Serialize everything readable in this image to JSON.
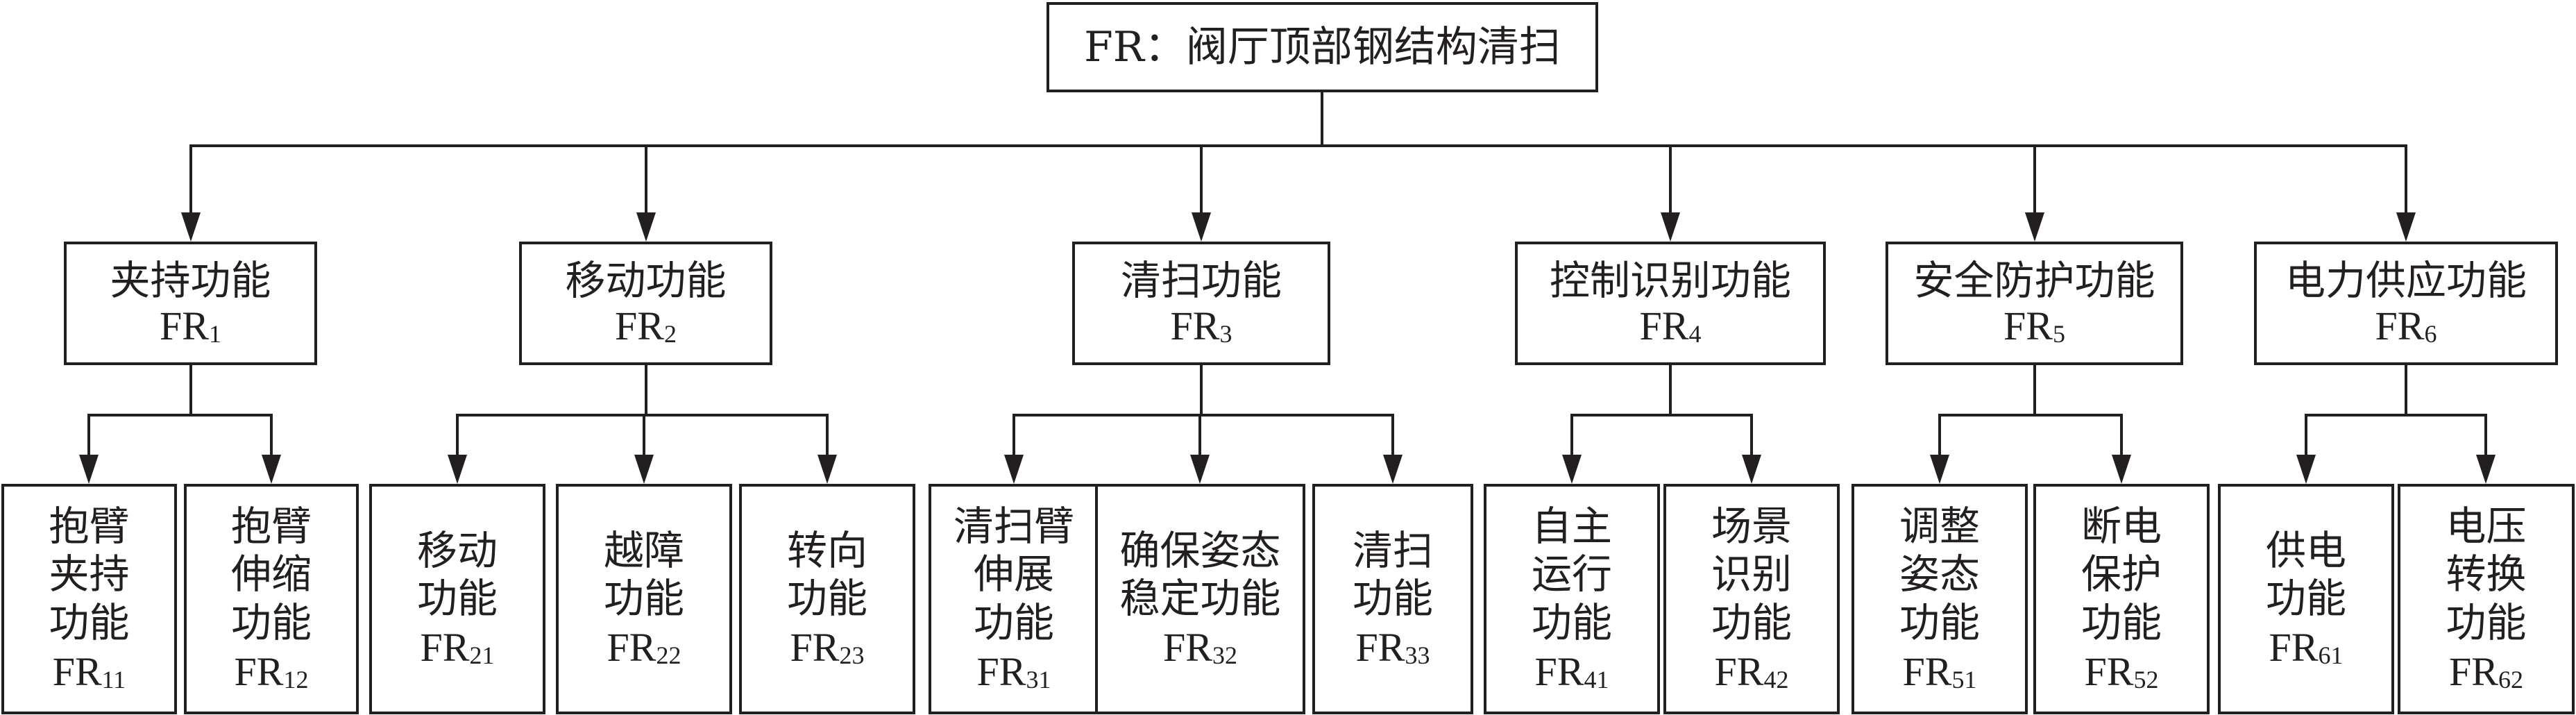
{
  "root": {
    "label": "FR：阀厅顶部钢结构清扫"
  },
  "functions": [
    {
      "lines": [
        "夹持功能"
      ],
      "code_main": "FR",
      "code_sub": "1",
      "children": [
        {
          "lines": [
            "抱臂",
            "夹持",
            "功能"
          ],
          "code_main": "FR",
          "code_sub": "11"
        },
        {
          "lines": [
            "抱臂",
            "伸缩",
            "功能"
          ],
          "code_main": "FR",
          "code_sub": "12"
        }
      ]
    },
    {
      "lines": [
        "移动功能"
      ],
      "code_main": "FR",
      "code_sub": "2",
      "children": [
        {
          "lines": [
            "移动",
            "功能"
          ],
          "code_main": "FR",
          "code_sub": "21"
        },
        {
          "lines": [
            "越障",
            "功能"
          ],
          "code_main": "FR",
          "code_sub": "22"
        },
        {
          "lines": [
            "转向",
            "功能"
          ],
          "code_main": "FR",
          "code_sub": "23"
        }
      ]
    },
    {
      "lines": [
        "清扫功能"
      ],
      "code_main": "FR",
      "code_sub": "3",
      "children": [
        {
          "lines": [
            "清扫臂",
            "伸展",
            "功能"
          ],
          "code_main": "FR",
          "code_sub": "31"
        },
        {
          "lines": [
            "确保姿态",
            "稳定功能"
          ],
          "code_main": "FR",
          "code_sub": "32"
        },
        {
          "lines": [
            "清扫",
            "功能"
          ],
          "code_main": "FR",
          "code_sub": "33"
        }
      ]
    },
    {
      "lines": [
        "控制识别功能"
      ],
      "code_main": "FR",
      "code_sub": "4",
      "children": [
        {
          "lines": [
            "自主",
            "运行",
            "功能"
          ],
          "code_main": "FR",
          "code_sub": "41"
        },
        {
          "lines": [
            "场景",
            "识别",
            "功能"
          ],
          "code_main": "FR",
          "code_sub": "42"
        }
      ]
    },
    {
      "lines": [
        "安全防护功能"
      ],
      "code_main": "FR",
      "code_sub": "5",
      "children": [
        {
          "lines": [
            "调整",
            "姿态",
            "功能"
          ],
          "code_main": "FR",
          "code_sub": "51"
        },
        {
          "lines": [
            "断电",
            "保护",
            "功能"
          ],
          "code_main": "FR",
          "code_sub": "52"
        }
      ]
    },
    {
      "lines": [
        "电力供应功能"
      ],
      "code_main": "FR",
      "code_sub": "6",
      "children": [
        {
          "lines": [
            "供电",
            "功能"
          ],
          "code_main": "FR",
          "code_sub": "61"
        },
        {
          "lines": [
            "电压",
            "转换",
            "功能"
          ],
          "code_main": "FR",
          "code_sub": "62"
        }
      ]
    }
  ]
}
